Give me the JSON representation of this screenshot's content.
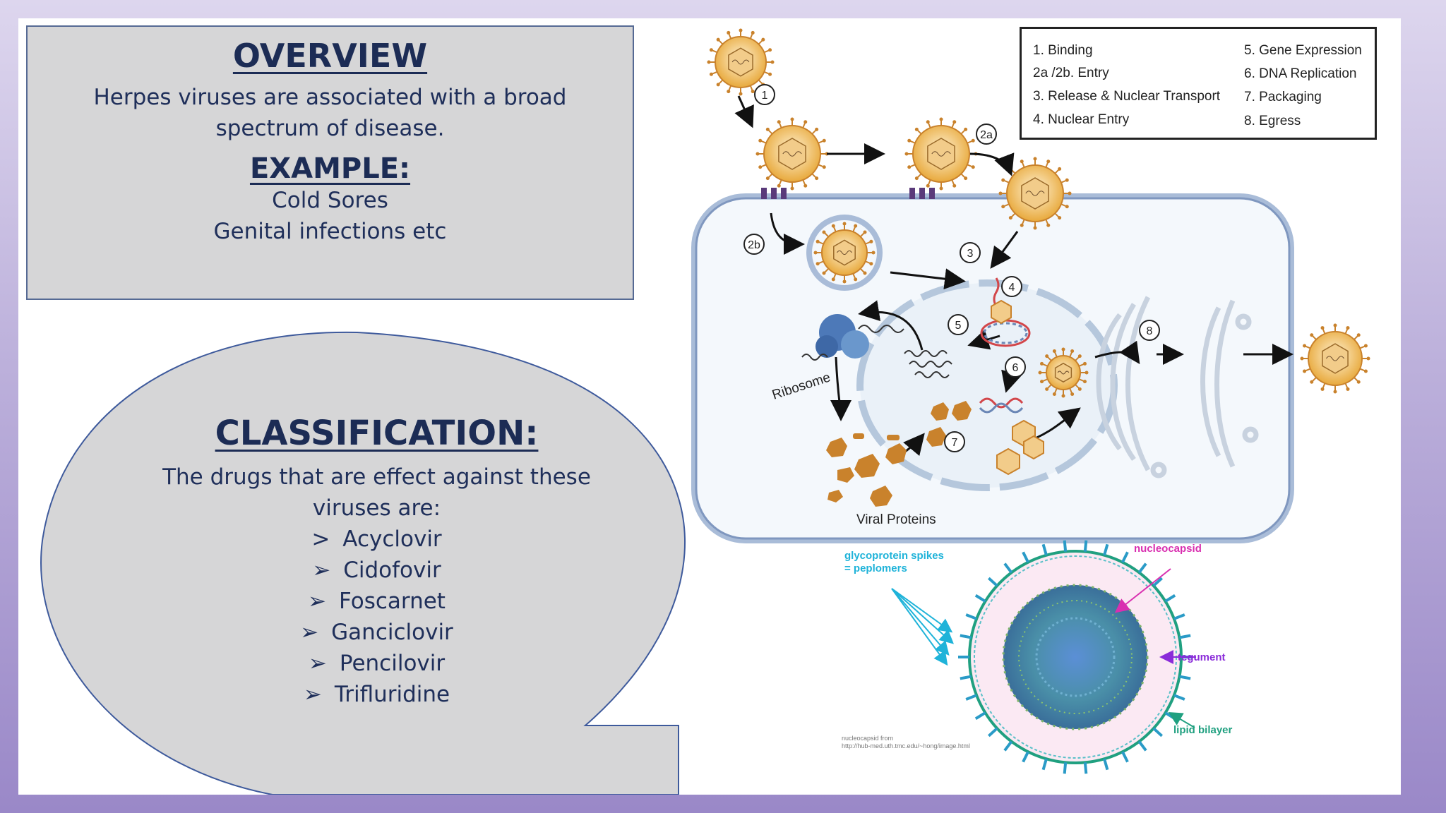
{
  "overview": {
    "title": "OVERVIEW",
    "text": "Herpes viruses are associated with a broad spectrum of disease.",
    "example_title": "EXAMPLE:",
    "examples": [
      "Cold Sores",
      "Genital infections etc"
    ]
  },
  "classification": {
    "title": "CLASSIFICATION:",
    "text": "The drugs that are effect against these viruses are:",
    "drugs": [
      {
        "marker": ">",
        "name": "Acyclovir"
      },
      {
        "marker": "➢",
        "name": "Cidofovir"
      },
      {
        "marker": "➢",
        "name": "Foscarnet"
      },
      {
        "marker": "➢",
        "name": "Ganciclovir"
      },
      {
        "marker": "➢",
        "name": "Pencilovir"
      },
      {
        "marker": "➢",
        "name": "Trifluridine"
      }
    ]
  },
  "legend": {
    "items": [
      "1. Binding",
      "2a /2b. Entry",
      "3. Release & Nuclear Transport",
      "4. Nuclear Entry",
      "5. Gene Expression",
      "6. DNA Replication",
      "7. Packaging",
      "8. Egress"
    ]
  },
  "lifecycle": {
    "steps": [
      "1",
      "2a",
      "2b",
      "3",
      "4",
      "5",
      "6",
      "7",
      "8"
    ],
    "ribosome_label": "Ribosome",
    "viral_proteins_label": "Viral Proteins"
  },
  "virion": {
    "glycoprotein_label_1": "glycoprotein spikes",
    "glycoprotein_label_2": "= peplomers",
    "nucleocapsid_label": "nucleocapsid",
    "tegument_label": "tegument",
    "lipid_label": "lipid bilayer",
    "credit_1": "nucleocapsid from",
    "credit_2": "http://hub-med.uth.tmc.edu/~hong/image.html"
  },
  "colors": {
    "heading": "#1c2c55",
    "box_fill": "#d6d6d7",
    "box_border": "#566a94",
    "virus_gold": "#e8a93c",
    "cyan_label": "#1fb3d9",
    "magenta_label": "#d92fb0",
    "purple_label": "#8a2bd9",
    "green_label": "#20a080"
  }
}
